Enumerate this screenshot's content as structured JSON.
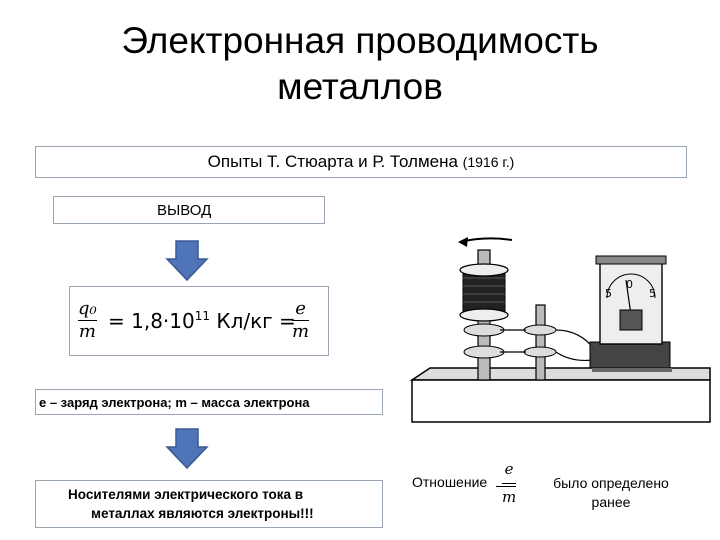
{
  "title_line1": "Электронная проводимость",
  "title_line2": "металлов",
  "subtitle_main": "Опыты Т. Стюарта и Р. Толмена ",
  "subtitle_year": "(1916 г.)",
  "vyvod": "ВЫВОД",
  "formula": {
    "lhs_num": "q₀",
    "lhs_den": "m",
    "value": "= 1,8·10",
    "exponent": "11",
    "unit": " Кл/кг =",
    "rhs_num": "e",
    "rhs_den": "m"
  },
  "charge_note": "e – заряд электрона; m – масса электрона",
  "conclusion_line1": "Носителями электрического тока в",
  "conclusion_line2": "металлах являются электроны!!!",
  "ratio": {
    "label": "Отношение",
    "num": "e",
    "den": "m",
    "right_line1": "было определено",
    "right_line2": "ранее"
  },
  "galvanometer": {
    "scale_left": "5",
    "scale_mid": "0",
    "scale_right": "5"
  },
  "colors": {
    "arrow_fill": "#4f74b8",
    "arrow_stroke": "#3a5a94",
    "box_border": "#9aa6b4"
  }
}
